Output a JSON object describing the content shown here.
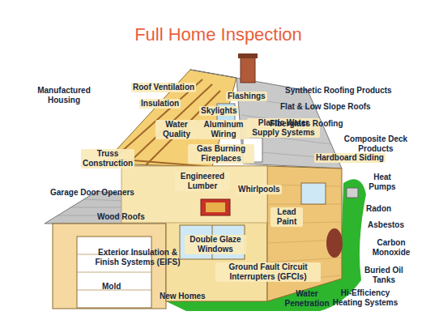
{
  "diagram": {
    "title": "Full Home Inspection",
    "labels": [
      "Manufactured Housing",
      "Roof Ventilation",
      "Insulation",
      "Water Quality",
      "Truss Construction",
      "Garage Door Openers",
      "Wood Roofs",
      "Exterior Insulation & Finish Systems (EIFS)",
      "Mold",
      "New Homes",
      "Flashings",
      "Skylights",
      "Aluminum Wiring",
      "Gas Burning Fireplaces",
      "Engineered Lumber",
      "Double Glaze Windows",
      "Ground Fault Circuit Interrupters (GFCIs)",
      "Water Penetration",
      "Plastic Water Supply Systems",
      "Whirlpools",
      "Lead Paint",
      "Synthetic Roofing Products",
      "Flat & Low Slope Roofs",
      "Fiberglass Roofing",
      "Composite Deck Products",
      "Hardboard Siding",
      "Heat Pumps",
      "Radon",
      "Asbestos",
      "Carbon Monoxide",
      "Buried Oil Tanks",
      "Hi-Efficiency Heating Systems"
    ]
  }
}
